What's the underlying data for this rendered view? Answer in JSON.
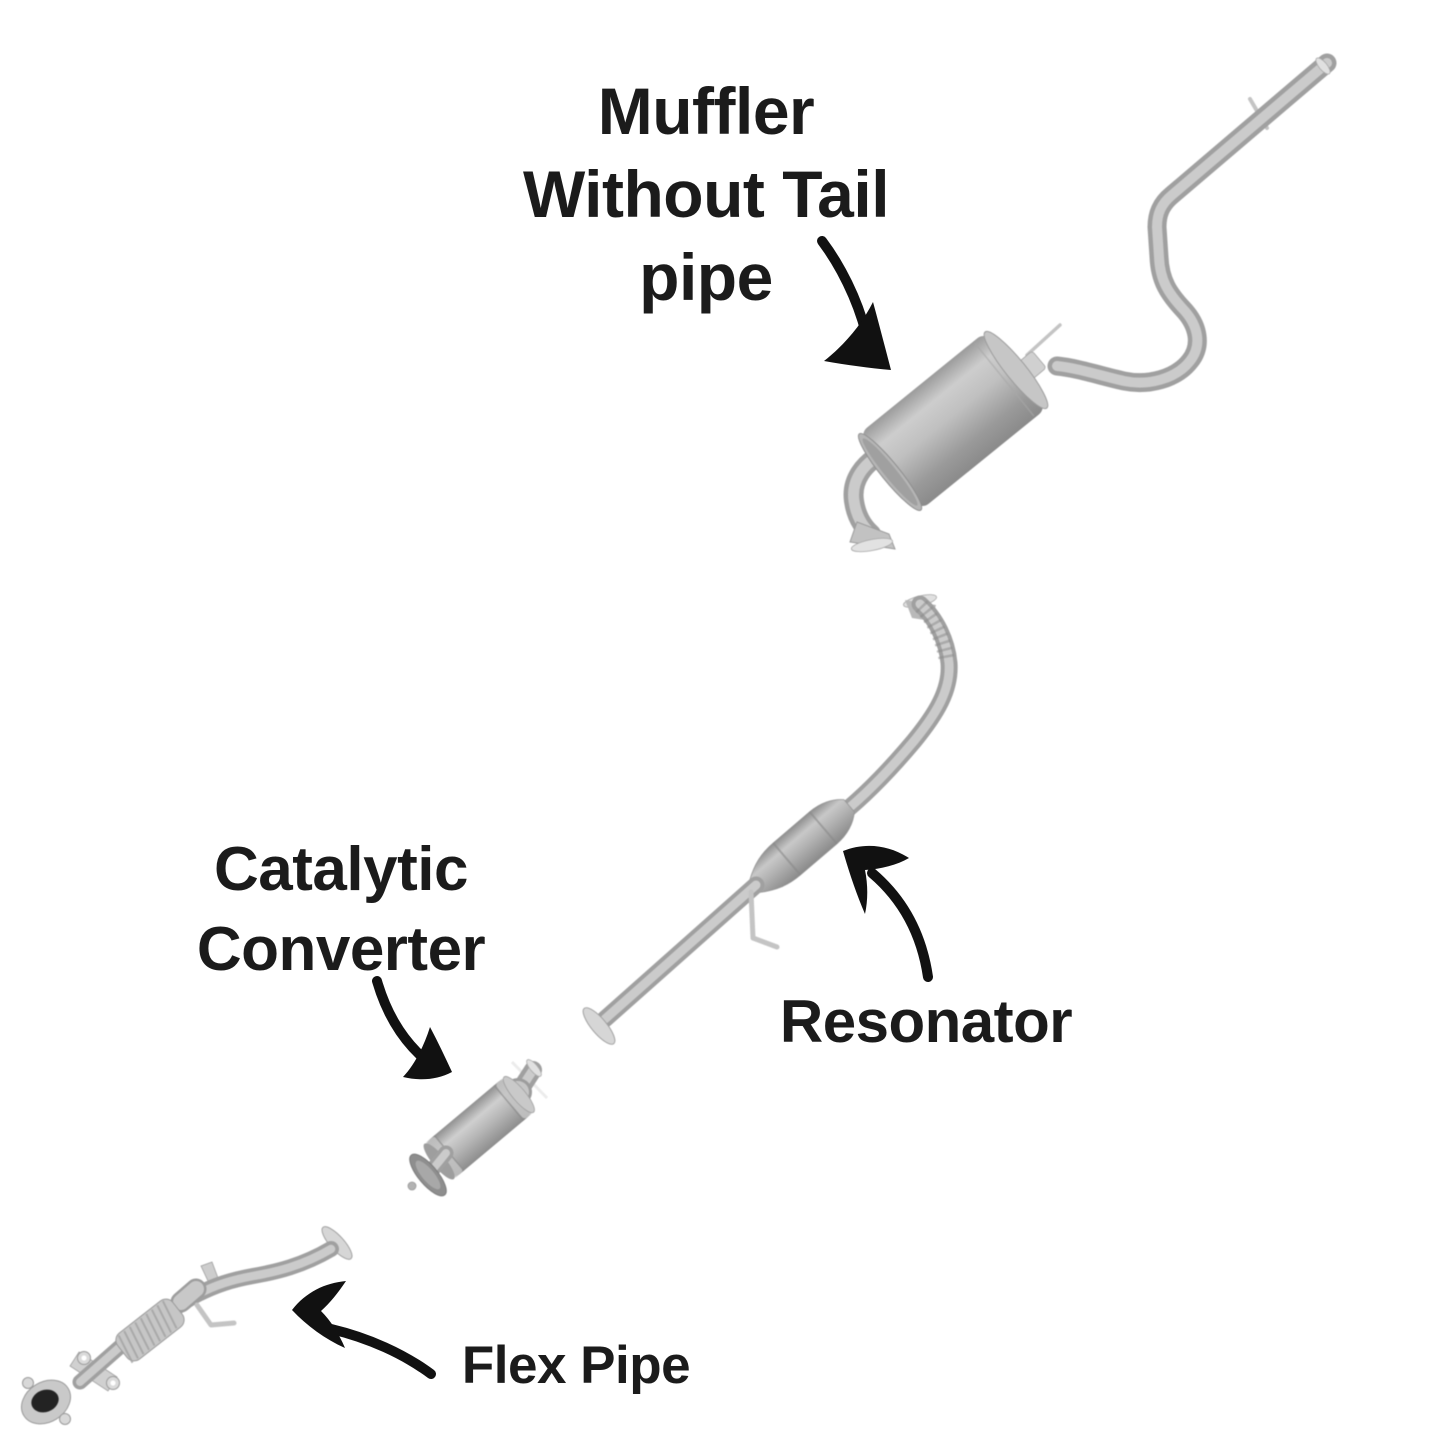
{
  "labels": {
    "muffler": {
      "lines": [
        "Muffler",
        "Without Tail",
        "pipe"
      ]
    },
    "catalytic_converter": {
      "lines": [
        "Catalytic",
        "Converter"
      ]
    },
    "resonator": {
      "text": "Resonator"
    },
    "flex_pipe": {
      "text": "Flex Pipe"
    }
  },
  "colors": {
    "background": "#ffffff",
    "text": "#1b1b1b",
    "arrow": "#111111",
    "pipe_outer": "#a0a0a0",
    "pipe_inner": "#cbcbcb",
    "metal_light": "#d6d6d6",
    "metal_mid": "#b5b5b5",
    "metal_dark": "#8e8e8e",
    "hole_dark": "#232323"
  }
}
